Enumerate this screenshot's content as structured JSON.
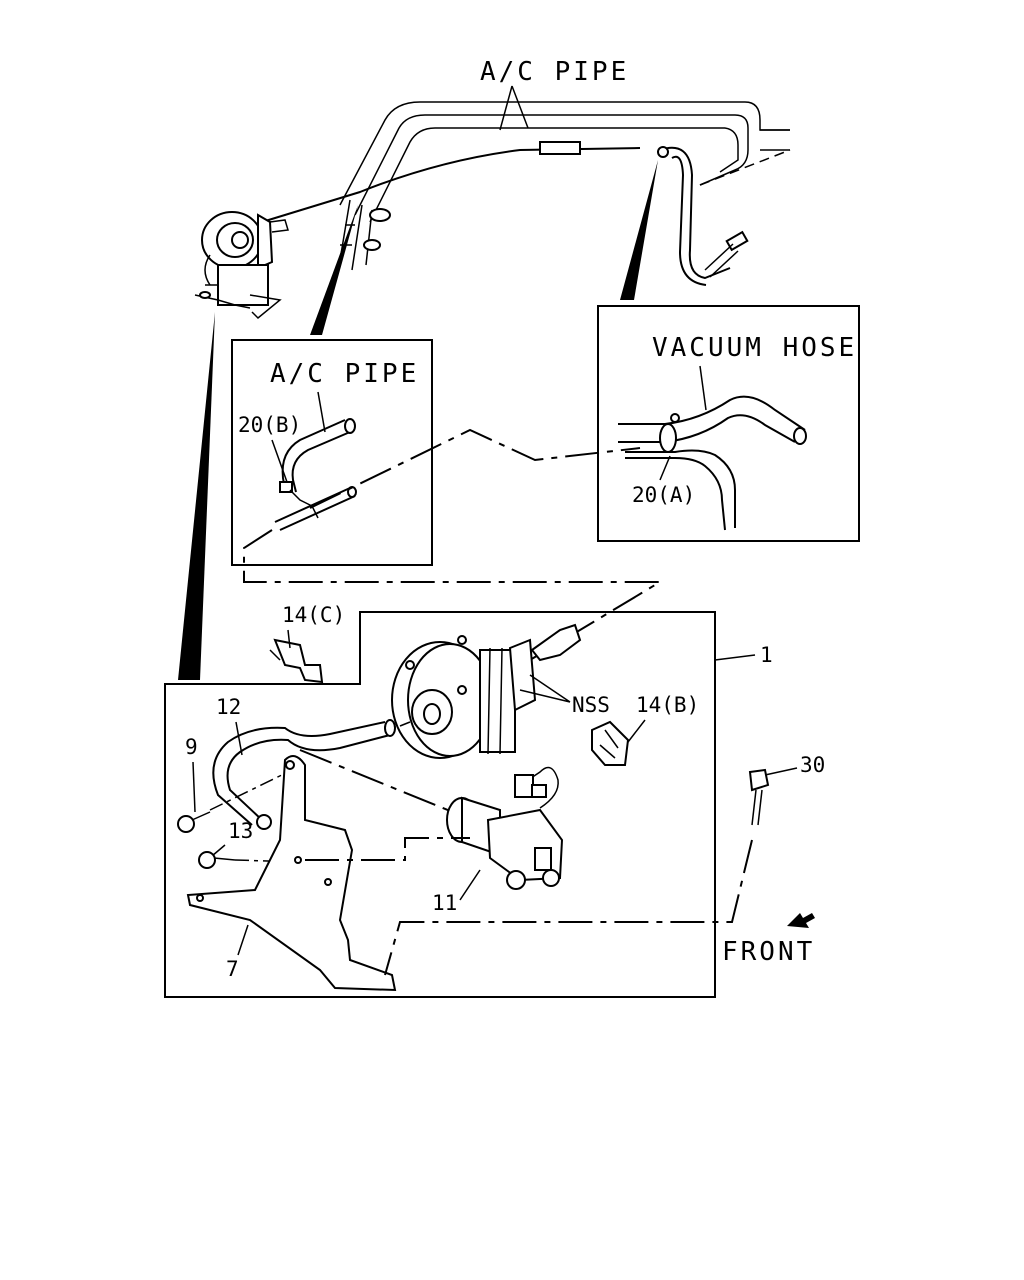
{
  "labels": {
    "ac_pipe_top": "A/C PIPE",
    "ac_pipe_inset": "A/C PIPE",
    "vacuum_hose": "VACUUM HOSE",
    "part_20b": "20(B)",
    "part_20a": "20(A)",
    "part_14c": "14(C)",
    "part_1": "1",
    "nss": "NSS",
    "part_14b": "14(B)",
    "part_12": "12",
    "part_9": "9",
    "part_13": "13",
    "part_30": "30",
    "part_11": "11",
    "part_7": "7",
    "front": "FRONT"
  }
}
